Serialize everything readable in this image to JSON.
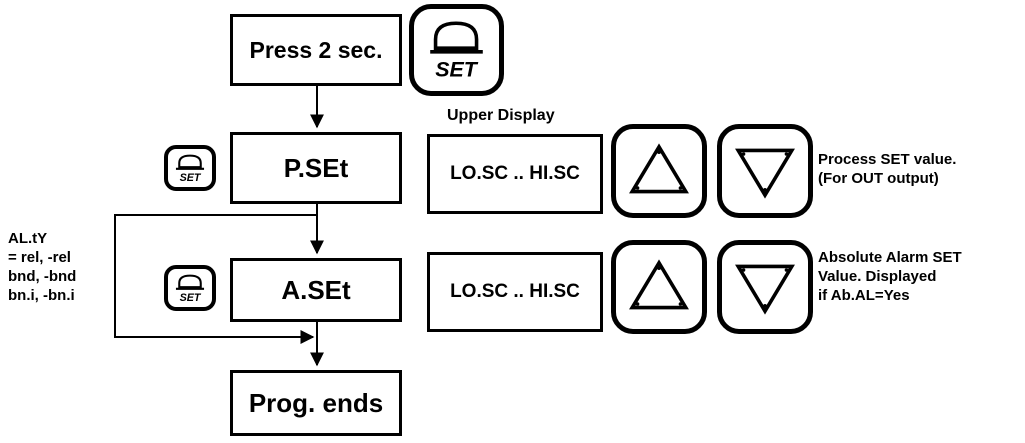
{
  "flow": {
    "start": "Press 2 sec.",
    "pset": "P.SEt",
    "aset": "A.SEt",
    "end": "Prog. ends"
  },
  "display": {
    "header": "Upper Display",
    "range_pset": "LO.SC .. HI.SC",
    "range_aset": "LO.SC .. HI.SC"
  },
  "keys": {
    "set_label": "SET",
    "up_icon": "triangle-up-icon",
    "down_icon": "triangle-down-icon"
  },
  "notes": {
    "pset_line1": "Process SET value.",
    "pset_line2": "(For OUT output)",
    "aset_line1": "Absolute Alarm SET",
    "aset_line2": "Value. Displayed",
    "aset_line3": "if Ab.AL=Yes"
  },
  "condition": {
    "line1": "AL.tY",
    "line2": "= rel, -rel",
    "line3": "bnd, -bnd",
    "line4": "bn.i, -bn.i"
  }
}
